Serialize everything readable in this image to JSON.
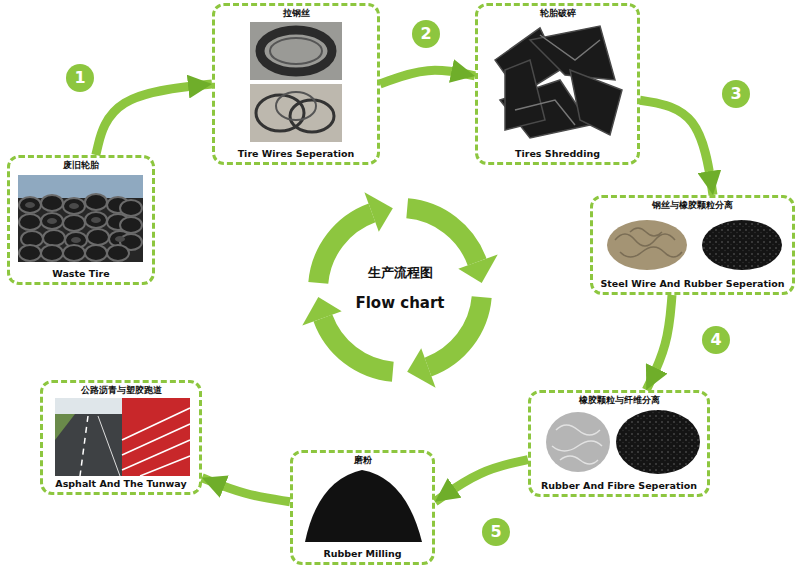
{
  "diagram": {
    "nodes": [
      {
        "text": [
          "废旧轮胎",
          "Waste Tire"
        ]
      },
      {
        "text": [
          "拉钢丝",
          "Tire Wires Seperation"
        ]
      },
      {
        "text": [
          "轮胎破碎",
          "Tires Shredding"
        ]
      },
      {
        "text": [
          "钢丝与橡胶颗粒分离",
          "Steel Wire And Rubber Seperation"
        ]
      },
      {
        "text": [
          "橡胶颗粒与纤维分离",
          "Rubber And Fibre Seperation"
        ]
      },
      {
        "text": [
          "磨粉",
          "Rubber Milling"
        ]
      },
      {
        "text": [
          "公路沥青与塑胶跑道",
          "Asphalt And The Tunway"
        ]
      },
      {
        "text": [
          "生产流程图",
          "Flow chart"
        ]
      }
    ],
    "edges": [
      {
        "from": 0,
        "to": 1,
        "arrow": "to",
        "label": "1"
      },
      {
        "from": 1,
        "to": 2,
        "arrow": "to",
        "label": "2"
      },
      {
        "from": 2,
        "to": 3,
        "arrow": "to",
        "label": "3"
      },
      {
        "from": 3,
        "to": 4,
        "arrow": "to",
        "label": "4"
      },
      {
        "from": 4,
        "to": 5,
        "arrow": "to",
        "label": "5"
      },
      {
        "from": 5,
        "to": 6,
        "arrow": "to"
      }
    ]
  }
}
